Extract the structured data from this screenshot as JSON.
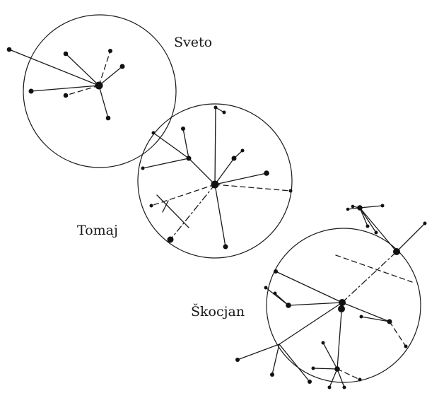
{
  "labels": {
    "sveto": "Sveto",
    "tomaj": "Tomaj",
    "skocjan": "Škocjan"
  }
}
